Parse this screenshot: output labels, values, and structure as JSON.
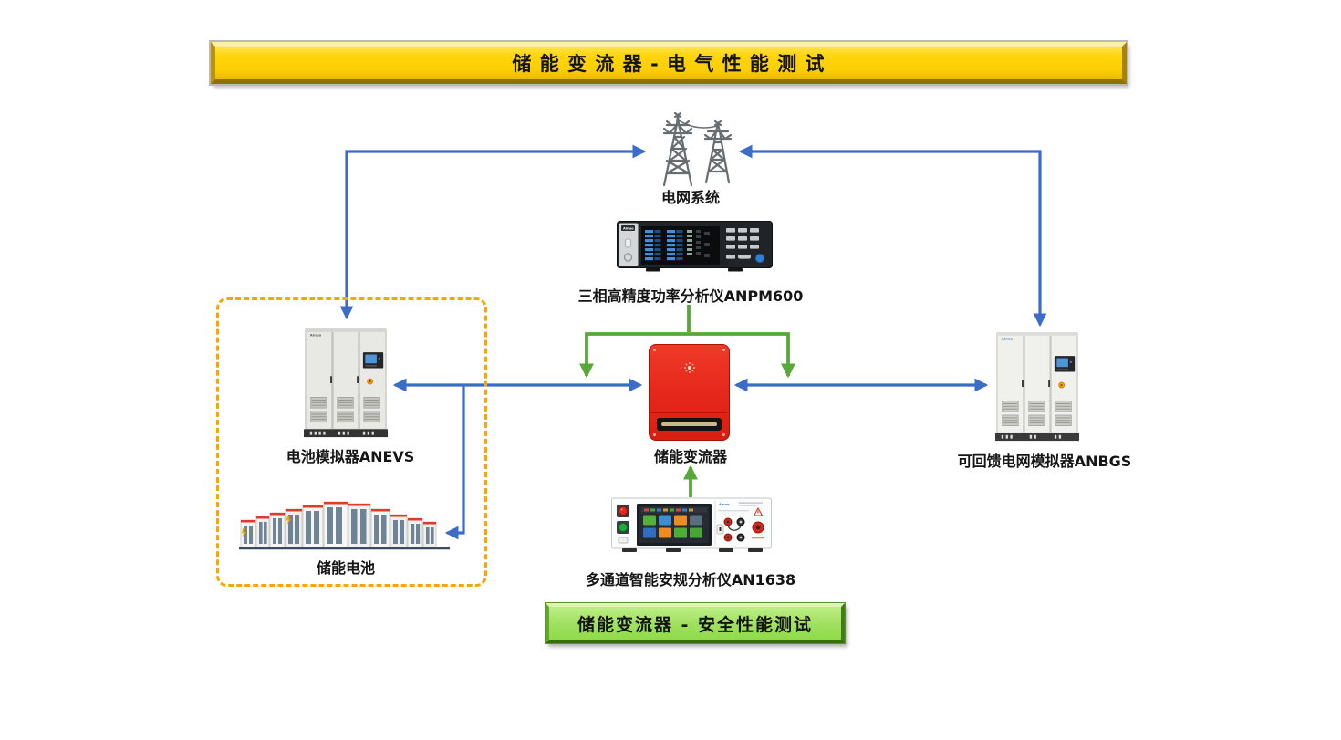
{
  "title_banner": "储 能 变 流 器 - 电 气 性 能 测 试",
  "bottom_banner": "储能变流器 - 安全性能测试",
  "nodes": {
    "grid": "电网系统",
    "power_analyzer": "三相高精度功率分析仪ANPM600",
    "battery_simulator": "电池模拟器ANEVS",
    "battery": "储能电池",
    "converter": "储能变流器",
    "grid_simulator": "可回馈电网模拟器ANBGS",
    "safety_analyzer": "多通道智能安规分析仪AN1638"
  },
  "brand": "Ainuo",
  "colors": {
    "arrow_blue": "#3A6CC8",
    "arrow_green": "#57A73A",
    "dashed_box_orange": "#F7A800",
    "converter_red": "#E5261B",
    "banner_top_yellow": "#FFD409",
    "banner_bottom_green": "#A4E265"
  },
  "edges": [
    {
      "from": "grid",
      "to": "battery_simulator",
      "color": "blue",
      "bidirectional": true
    },
    {
      "from": "grid",
      "to": "grid_simulator",
      "color": "blue",
      "bidirectional": true
    },
    {
      "from": "battery_simulator",
      "to": "converter",
      "color": "blue",
      "bidirectional": true
    },
    {
      "from": "converter",
      "to": "grid_simulator",
      "color": "blue",
      "bidirectional": true
    },
    {
      "from": "battery_simulator",
      "to": "battery",
      "color": "blue",
      "bidirectional": false
    },
    {
      "from": "power_analyzer",
      "to": "converter_dc_side",
      "color": "green",
      "bidirectional": false
    },
    {
      "from": "power_analyzer",
      "to": "converter_ac_side",
      "color": "green",
      "bidirectional": false
    },
    {
      "from": "safety_analyzer",
      "to": "converter",
      "color": "green",
      "bidirectional": false
    }
  ]
}
